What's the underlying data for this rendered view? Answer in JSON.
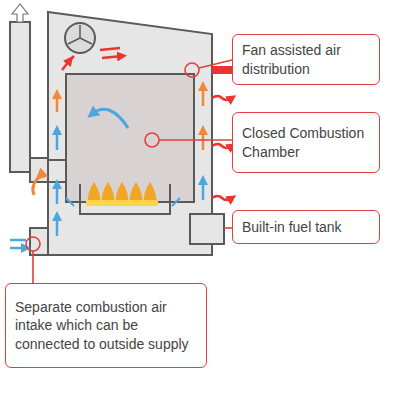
{
  "diagram": {
    "nodes": [
      {
        "text": [
          "Fan assisted air distribution"
        ]
      },
      {
        "text": [
          "Closed Combustion Chamber"
        ]
      },
      {
        "text": [
          "Built-in fuel tank"
        ]
      },
      {
        "text": [
          "Separate combustion air intake which can be connected to outside supply"
        ]
      }
    ]
  }
}
